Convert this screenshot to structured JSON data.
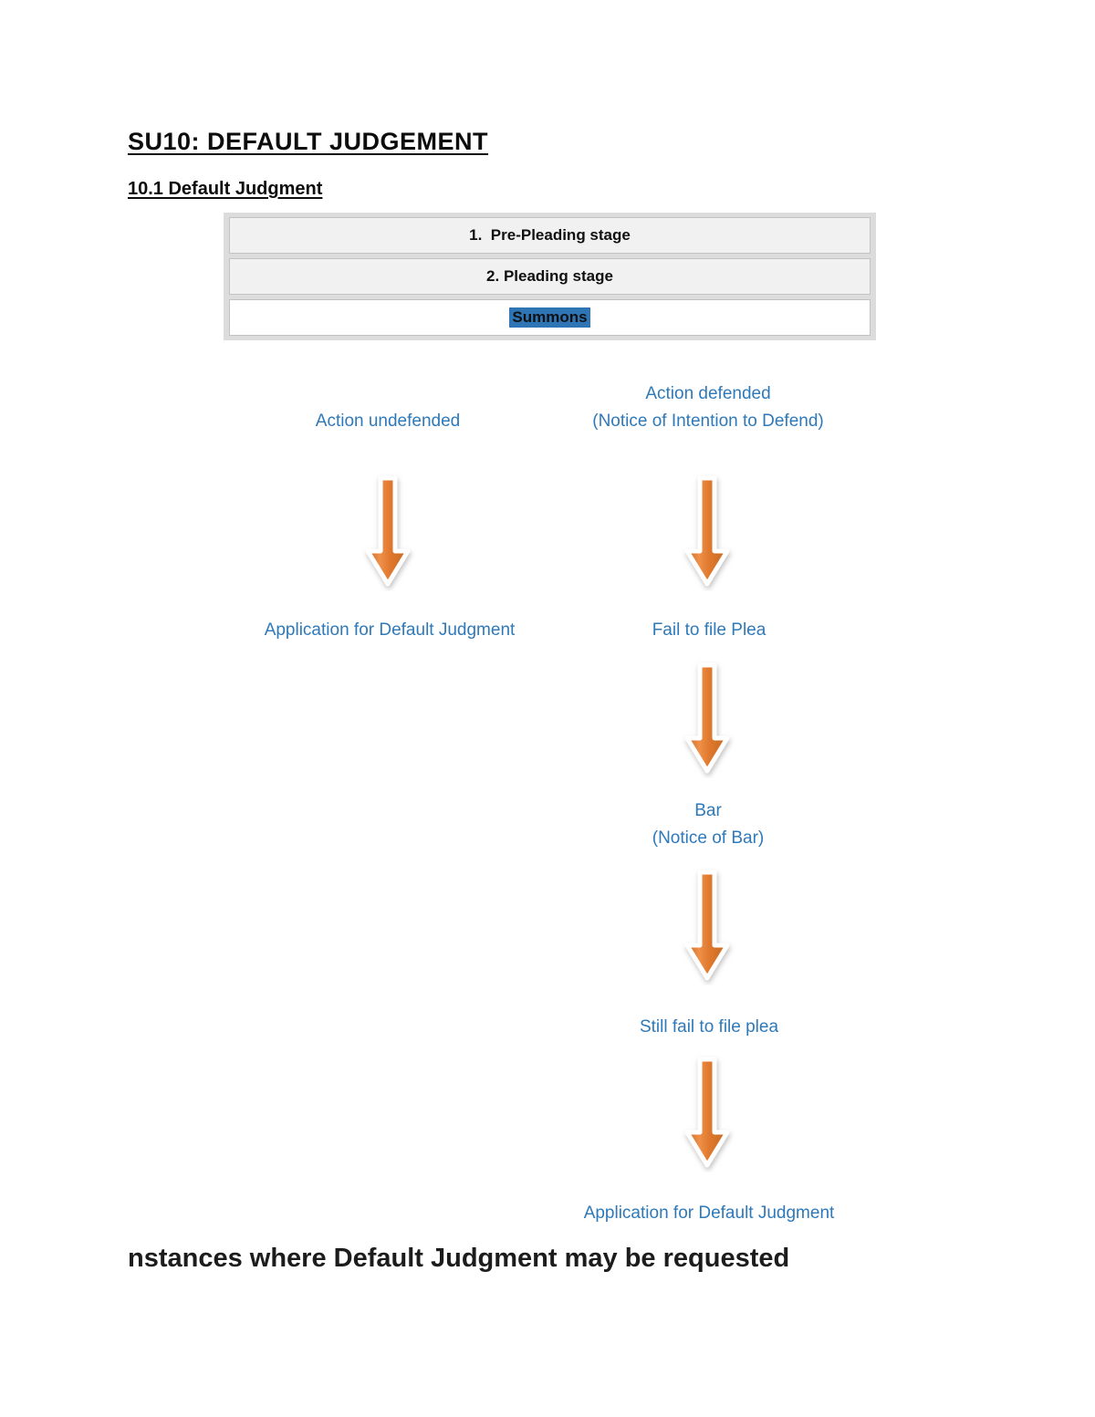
{
  "page": {
    "title": "SU10: DEFAULT JUDGEMENT",
    "subtitle": "10.1 Default Judgment",
    "bottom_heading": "nstances where Default Judgment may be requested"
  },
  "stage_table": {
    "rows": [
      {
        "label": "1.  Pre-Pleading stage",
        "highlighted": false
      },
      {
        "label": "2. Pleading stage",
        "highlighted": false
      },
      {
        "label": "Summons",
        "highlighted": true
      }
    ],
    "highlight_color": "#2e75b6"
  },
  "flowchart": {
    "text_color": "#2e79b9",
    "arrow_icon": "down-arrow",
    "arrow_color": "#e0782f",
    "left_branch": {
      "start_label": "Action undefended",
      "end_label": "Application for Default Judgment"
    },
    "right_branch": {
      "step1_line1": "Action defended",
      "step1_line2": "(Notice of Intention to Defend)",
      "step2": "Fail to file Plea",
      "step3_line1": "Bar",
      "step3_line2": "(Notice of Bar)",
      "step4": "Still fail to file plea",
      "step5": "Application for Default Judgment"
    }
  }
}
